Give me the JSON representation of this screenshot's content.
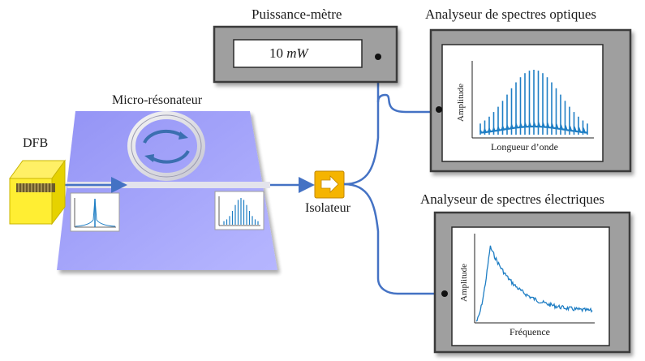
{
  "labels": {
    "power_meter_title": "Puissance-mètre",
    "power_value": "10 ",
    "power_unit": "mW",
    "osa_title": "Analyseur de spectres optiques",
    "esa_title": "Analyseur de spectres électriques",
    "microresonator": "Micro-résonateur",
    "laser": "DFB",
    "isolator": "Isolateur",
    "osa_ylabel": "Amplitude",
    "osa_xlabel": "Longueur d’onde",
    "esa_ylabel": "Amplitude",
    "esa_xlabel": "Fréquence"
  },
  "colors": {
    "fiber": "#4472c4",
    "trace": "#1f7ec4",
    "chip": "#a6a6ff",
    "laser": "#ffee33",
    "isolator": "#f5b400",
    "instrument_frame": "#9f9f9f"
  },
  "icons": {
    "isolator": "right-arrow-icon",
    "resonator": "circular-arrows-icon"
  }
}
